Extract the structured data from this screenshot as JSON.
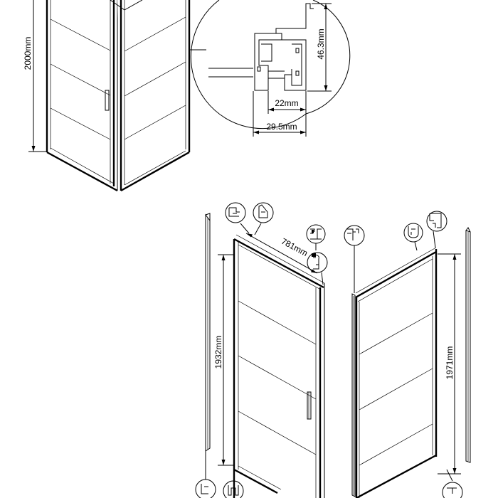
{
  "dimensions": {
    "overall_height": "2000mm",
    "profile_height": "46.3mm",
    "profile_inner_width": "22mm",
    "profile_outer_width": "29.5mm",
    "door_width": "781mm",
    "door_height": "1932mm",
    "side_panel_height": "1971mm"
  },
  "icons": [
    "profile-section-icon",
    "hinge-section-icon",
    "top-profile-icon",
    "seal-profile-icon",
    "wall-profile-icon",
    "corner-profile-icon",
    "side-profile-icon",
    "bottom-seal-icon",
    "bottom-profile-icon",
    "bottom-corner-icon"
  ]
}
